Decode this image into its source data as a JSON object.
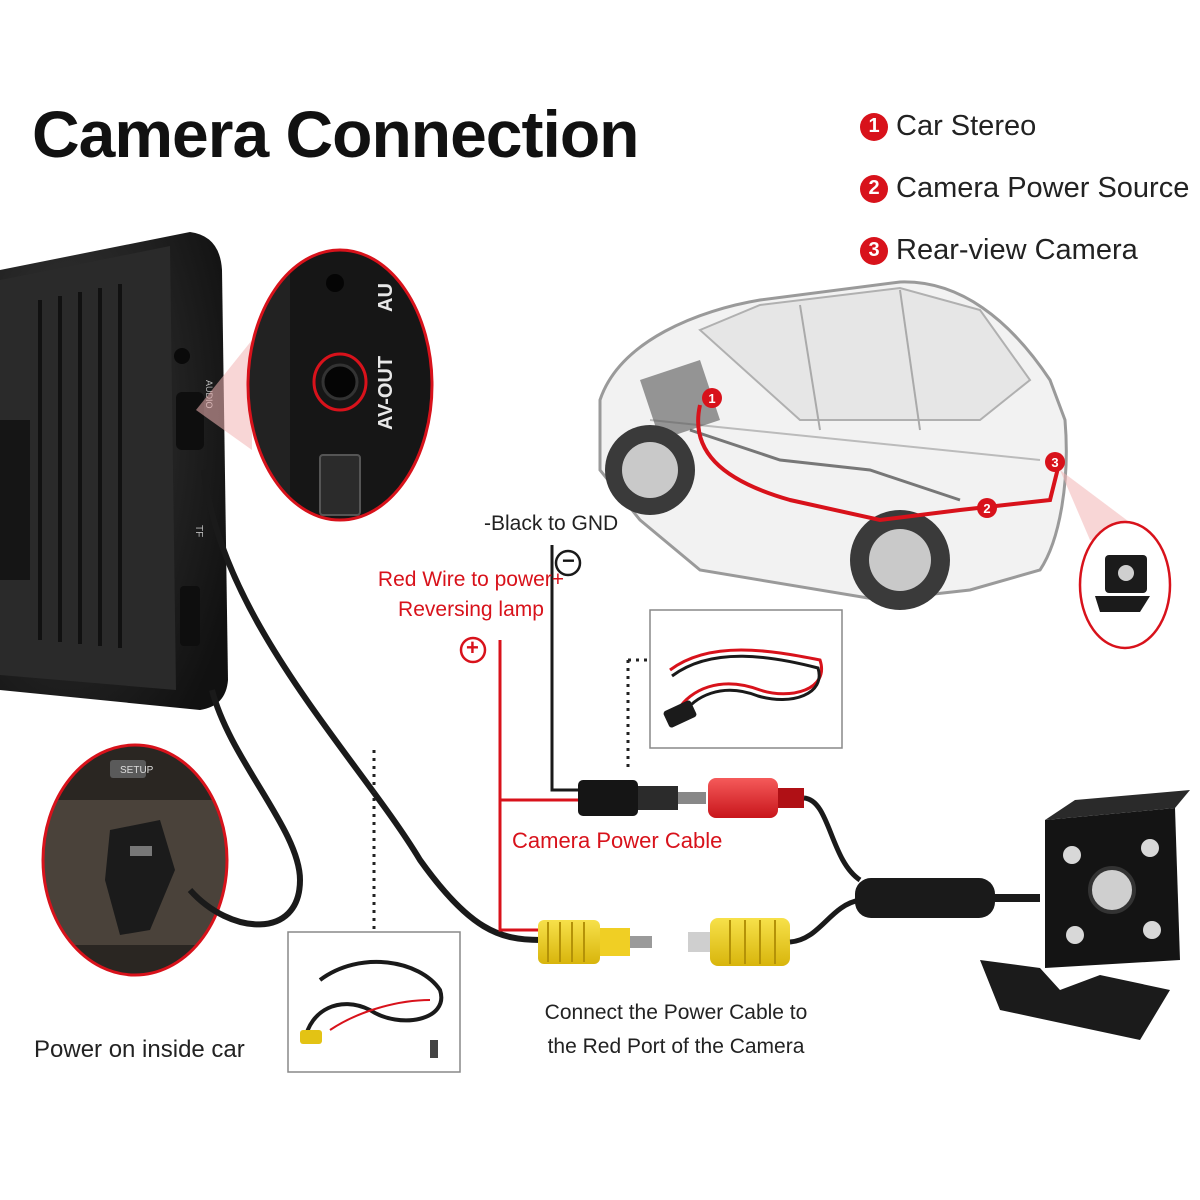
{
  "title": "Camera Connection",
  "legend": [
    {
      "number": "1",
      "label": "Car Stereo"
    },
    {
      "number": "2",
      "label": "Camera Power Source"
    },
    {
      "number": "3",
      "label": "Rear-view Camera"
    }
  ],
  "labels": {
    "black_to_gnd": "-Black to GND",
    "minus_symbol": "−",
    "red_wire_line1": "Red Wire to power+",
    "red_wire_line2": "Reversing lamp",
    "plus_symbol": "+",
    "camera_power_cable": "Camera Power Cable",
    "connect_line1": "Connect the Power Cable to",
    "connect_line2": "the Red Port of the Camera",
    "power_inside_car": "Power on inside car"
  },
  "device_labels": {
    "audio": "AUDIO",
    "av_out": "AV-OUT",
    "au": "AU",
    "tf": "TF",
    "setup": "SETUP"
  },
  "car_markers": [
    "1",
    "2",
    "3"
  ],
  "colors": {
    "accent_red": "#d8121b",
    "rca_yellow": "#f1d21a",
    "rca_red": "#e8272c",
    "device_black": "#1c1c1c"
  }
}
